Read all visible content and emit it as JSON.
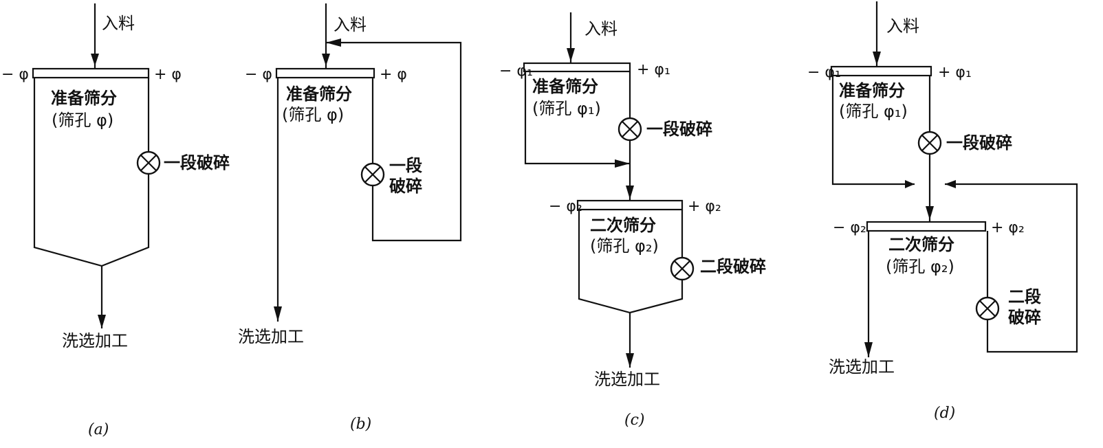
{
  "labels": {
    "feed": "入料",
    "prep_screen": "准备筛分",
    "second_screen": "二次筛分",
    "aperture": "(筛孔 φ)",
    "aperture_1": "(筛孔 φ₁)",
    "aperture_2": "(筛孔 φ₂)",
    "crush_1": "一段破碎",
    "crush_1_a": "一段",
    "crush_2": "二段破碎",
    "crush_2_a": "二段",
    "crush_b": "破碎",
    "wash": "洗选加工",
    "minus_phi": "− φ",
    "plus_phi": "+ φ",
    "minus_phi1": "− φ₁",
    "plus_phi1": "+ φ₁",
    "minus_phi2": "− φ₂",
    "plus_phi2": "+ φ₂"
  },
  "captions": [
    "(a)",
    "(b)",
    "(c)",
    "(d)"
  ]
}
